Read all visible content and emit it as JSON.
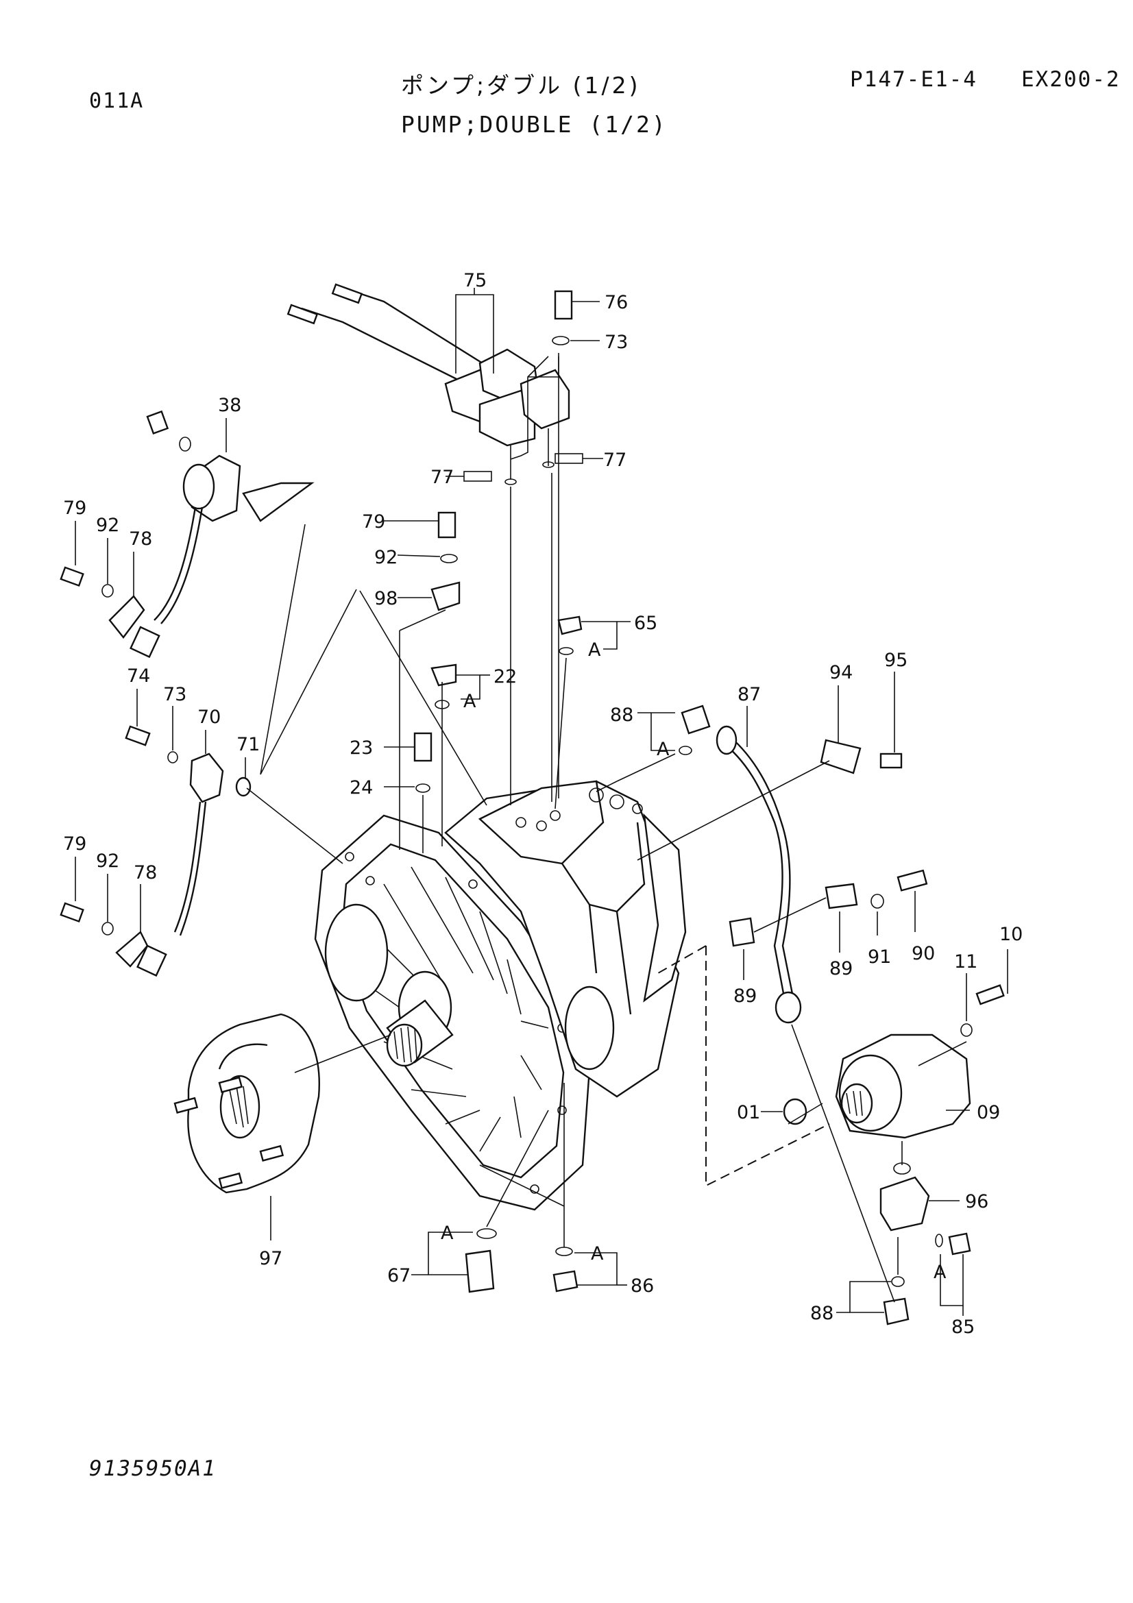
{
  "header": {
    "sheet_code": "011A",
    "title_jp": "ポンプ;ダブル (1/2)",
    "title_en": "PUMP;DOUBLE (1/2)",
    "page_ref": "P147-E1-4",
    "model": "EX200-2"
  },
  "footer": {
    "drawing_number": "9135950A1"
  },
  "callouts": {
    "c75": "75",
    "c76": "76",
    "c73a": "73",
    "c77a": "77",
    "c77b": "77",
    "c38": "38",
    "c79a": "79",
    "c92a": "92",
    "c78a": "78",
    "c79b": "79",
    "c92b": "92",
    "c98": "98",
    "c65": "65",
    "c65A": "A",
    "c22": "22",
    "c22A": "A",
    "c74": "74",
    "c73b": "73",
    "c70": "70",
    "c71": "71",
    "c23": "23",
    "c24": "24",
    "c88a": "88",
    "c88aA": "A",
    "c87": "87",
    "c94": "94",
    "c95": "95",
    "c79c": "79",
    "c92c": "92",
    "c78b": "78",
    "c89a": "89",
    "c91": "91",
    "c90": "90",
    "c89b": "89",
    "c10": "10",
    "c11": "11",
    "c01": "01",
    "c09": "09",
    "c96": "96",
    "c97": "97",
    "c67": "67",
    "c67A": "A",
    "c86": "86",
    "c86A": "A",
    "c88b": "88",
    "c85": "85",
    "c85A": "A"
  }
}
